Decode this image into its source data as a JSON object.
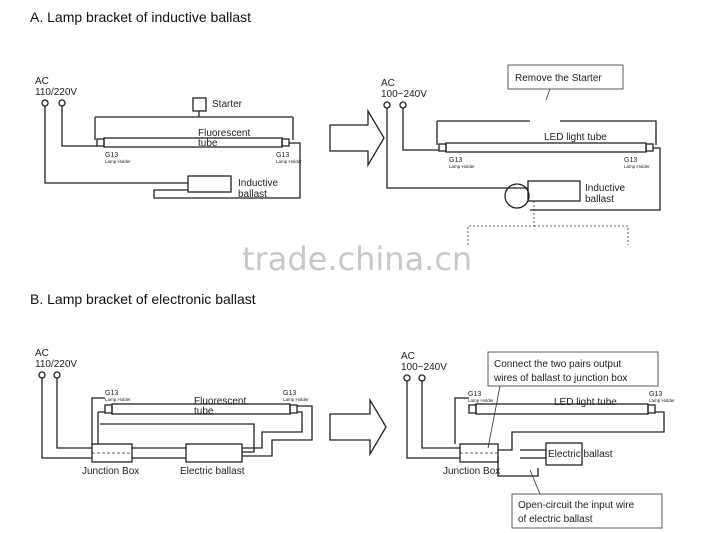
{
  "section_a": {
    "title": "A. Lamp bracket of inductive ballast",
    "left": {
      "ac": "AC",
      "voltage": "110/220V",
      "starter": "Starter",
      "tube_line1": "Fluorescent",
      "tube_line2": "tube",
      "g13_left": "G13",
      "holder_left": "Lamp Holder",
      "g13_right": "G13",
      "holder_right": "Lamp Holder",
      "ballast_line1": "Inductive",
      "ballast_line2": "ballast"
    },
    "right": {
      "ac": "AC",
      "voltage": "100~240V",
      "callout": "Remove the Starter",
      "tube": "LED light tube",
      "g13_left": "G13",
      "holder_left": "Lamp Holder",
      "g13_right": "G13",
      "holder_right": "Lamp Holder",
      "ballast_line1": "Inductive",
      "ballast_line2": "ballast"
    }
  },
  "watermark": "trade.china.cn",
  "section_b": {
    "title": "B. Lamp bracket of electronic ballast",
    "left": {
      "ac": "AC",
      "voltage": "110/220V",
      "g13_left": "G13",
      "holder_left": "Lamp Holder",
      "g13_right": "G13",
      "holder_right": "Lamp Holder",
      "tube_line1": "Fluorescent",
      "tube_line2": "tube",
      "junction": "Junction Box",
      "ballast": "Electric ballast"
    },
    "right": {
      "ac": "AC",
      "voltage": "100~240V",
      "callout_line1": "Connect the two pairs output",
      "callout_line2": "wires of ballast to junction box",
      "g13_left": "G13",
      "holder_left": "Lamp Holder",
      "g13_right": "G13",
      "holder_right": "Lamp Holder",
      "tube": "LED light tube",
      "junction": "Junction Box",
      "ballast": "Electric ballast",
      "callout2_line1": "Open-circuit the input wire",
      "callout2_line2": "of electric ballast"
    }
  }
}
